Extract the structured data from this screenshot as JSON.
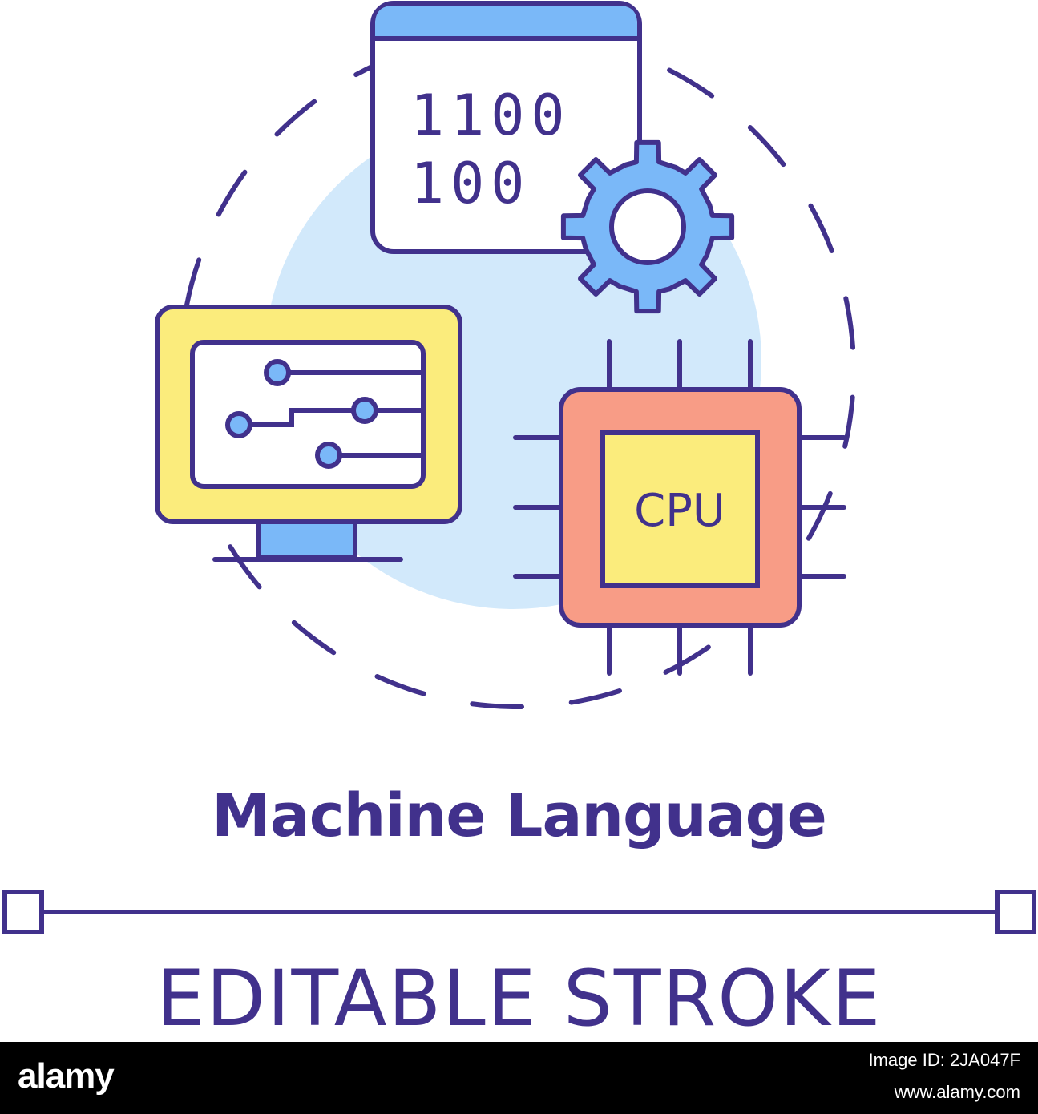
{
  "title": "Machine Language",
  "subtitle": "EDITABLE STROKE",
  "code_window": {
    "line1": "1100",
    "line2": "100"
  },
  "chip": {
    "label": "CPU"
  },
  "footer": {
    "brand": "alamy",
    "image_id": "Image ID: 2JA047F",
    "url": "www.alamy.com"
  },
  "colors": {
    "stroke": "#41318c",
    "light_blue": "#d2e9fb",
    "blue": "#7ab8f8",
    "yellow": "#fbec7c",
    "salmon": "#f89c86",
    "footer": "#000000"
  },
  "icons": [
    "code-window-icon",
    "gear-icon",
    "monitor-icon",
    "cpu-chip-icon"
  ]
}
